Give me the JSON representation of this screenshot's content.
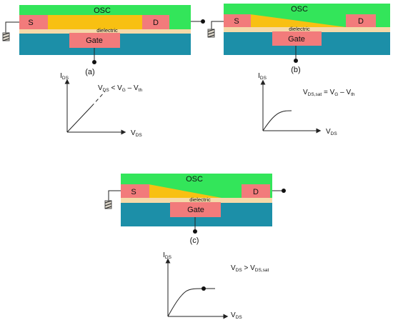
{
  "devices": [
    {
      "osc": "OSC",
      "source": "S",
      "drain": "D",
      "dielectric": "dielectric",
      "gate": "Gate",
      "caption": "(a)"
    },
    {
      "osc": "OSC",
      "source": "S",
      "drain": "D",
      "dielectric": "dielectric",
      "gate": "Gate",
      "caption": "(b)"
    },
    {
      "osc": "OSC",
      "source": "S",
      "drain": "D",
      "dielectric": "dielectric",
      "gate": "Gate",
      "caption": "(c)"
    }
  ],
  "graphs": [
    {
      "y_label": "I",
      "y_sub": "DS",
      "x_label": "V",
      "x_sub": "DS",
      "condition": {
        "a": "V",
        "a_sub": "DS",
        "op": " < V",
        "b_sub": "G",
        "rest": " – V",
        "c_sub": "th"
      }
    },
    {
      "y_label": "I",
      "y_sub": "DS",
      "x_label": "V",
      "x_sub": "DS",
      "condition": {
        "a": "V",
        "a_sub": "DS,sat",
        "op": " = V",
        "b_sub": "G",
        "rest": " – V",
        "c_sub": "th"
      }
    },
    {
      "y_label": "I",
      "y_sub": "DS",
      "x_label": "V",
      "x_sub": "DS",
      "condition": {
        "a": "V",
        "a_sub": "DS",
        "op": " > V",
        "b_sub": "DS,sat"
      }
    }
  ],
  "colors": {
    "osc": "#33e55a",
    "electrode": "#f27b7b",
    "channel": "#f8c012",
    "dielectric": "#f5d9a8",
    "substrate": "#1c8fa8",
    "wire": "#222222"
  }
}
